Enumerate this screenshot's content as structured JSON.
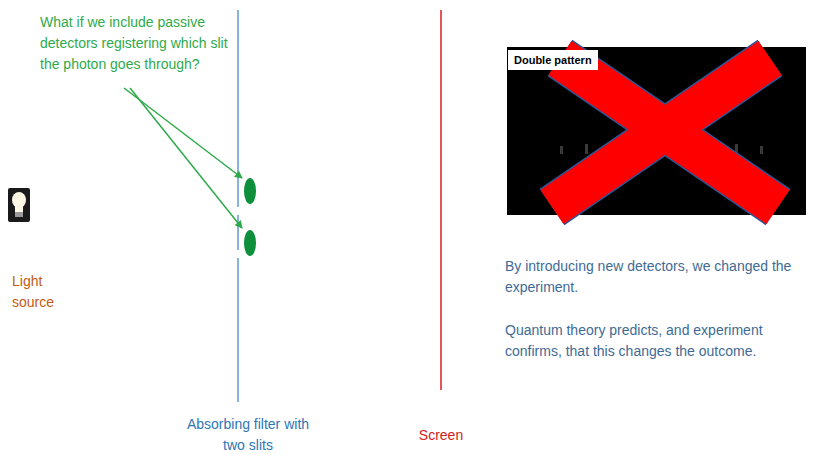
{
  "diagram": {
    "labels": [
      "What if we include passive detectors registering which slit the photon goes through?",
      "Light source",
      "Absorbing filter with two slits",
      "Screen",
      "Double pattern",
      "By introducing new detectors, we changed the experiment.",
      "Quantum theory predicts, and experiment confirms, that this changes the outcome."
    ]
  }
}
